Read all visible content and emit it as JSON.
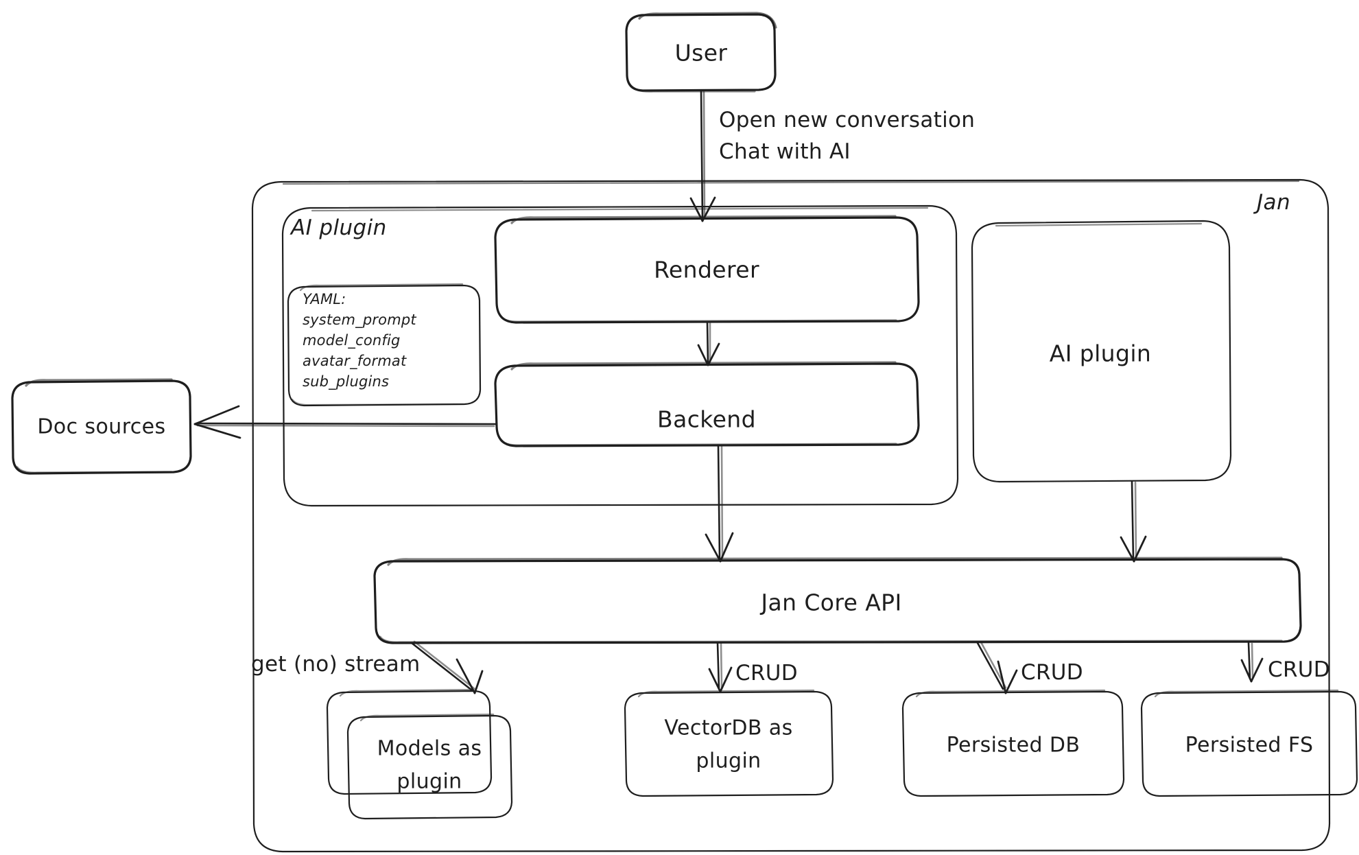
{
  "diagram": {
    "title": "Jan architecture diagram",
    "style": "hand-drawn",
    "background_color": "#ffffff",
    "stroke_color": "#1e1e1e",
    "containers": [
      {
        "id": "jan",
        "label": "Jan",
        "label_position": "top-right"
      },
      {
        "id": "ai-plugin-group",
        "label": "AI plugin",
        "label_position": "top-left"
      }
    ],
    "nodes": [
      {
        "id": "user",
        "label": "User"
      },
      {
        "id": "renderer",
        "label": "Renderer"
      },
      {
        "id": "backend",
        "label": "Backend"
      },
      {
        "id": "ai-plugin",
        "label": "AI plugin"
      },
      {
        "id": "doc-sources",
        "label": "Doc sources"
      },
      {
        "id": "jan-core-api",
        "label": "Jan Core API"
      },
      {
        "id": "models-plugin",
        "label_line1": "Models as",
        "label_line2": "plugin"
      },
      {
        "id": "vectordb-plugin",
        "label_line1": "VectorDB as",
        "label_line2": "plugin"
      },
      {
        "id": "persisted-db",
        "label": "Persisted DB"
      },
      {
        "id": "persisted-fs",
        "label": "Persisted FS"
      }
    ],
    "yaml_note": {
      "id": "yaml-note",
      "header": "YAML:",
      "items": [
        "system_prompt",
        "model_config",
        "avatar_format",
        "sub_plugins"
      ]
    },
    "edges": [
      {
        "from": "user",
        "to": "renderer",
        "label_line1": "Open new conversation",
        "label_line2": "Chat with AI"
      },
      {
        "from": "renderer",
        "to": "backend",
        "label": ""
      },
      {
        "from": "backend",
        "to": "doc-sources",
        "label": ""
      },
      {
        "from": "backend",
        "to": "jan-core-api",
        "label": ""
      },
      {
        "from": "ai-plugin",
        "to": "jan-core-api",
        "label": ""
      },
      {
        "from": "jan-core-api",
        "to": "models-plugin",
        "label": "get (no) stream"
      },
      {
        "from": "jan-core-api",
        "to": "vectordb-plugin",
        "label": "CRUD"
      },
      {
        "from": "jan-core-api",
        "to": "persisted-db",
        "label": "CRUD"
      },
      {
        "from": "jan-core-api",
        "to": "persisted-fs",
        "label": "CRUD"
      }
    ]
  }
}
